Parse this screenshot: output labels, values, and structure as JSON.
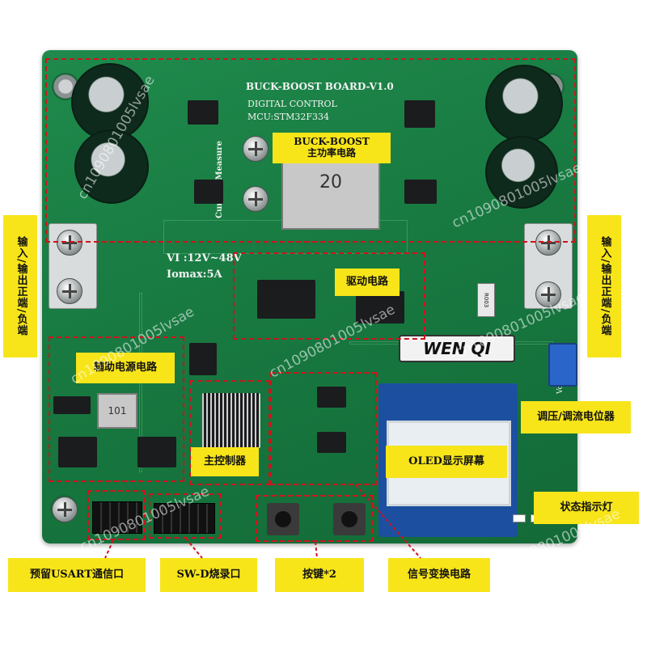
{
  "board_silkscreen": {
    "title": "BUCK-BOOST BOARD-V1.0",
    "subtitle": "DIGITAL CONTROL",
    "mcu": "MCU:STM32F334",
    "current_measure": "Current Measure",
    "inductor_marking": "20",
    "vin_spec": "VI :12V~48V",
    "iomax_spec": "Iomax:5A",
    "brand": "WEN QI",
    "vout_adj": "Vout Adj",
    "ic_marking": "101",
    "r_marking": "R003"
  },
  "labels": {
    "main_power": "BUCK-BOOST\n主功率电路",
    "io_left": "输入/输出正端/负端",
    "io_right": "输入/输出正端/负端",
    "driver": "驱动电路",
    "aux_power": "辅助电源电路",
    "mcu": "主控制器",
    "oled": "OLED显示屏幕",
    "pot": "调压/调流电位器",
    "status_led": "状态指示灯",
    "usart": "预留USART通信口",
    "swd": "SW-D烧录口",
    "keys": "按键*2",
    "signal": "信号变换电路"
  },
  "watermarks": [
    "cn1090801005lvsae",
    "cn1090801005lvsae",
    "cn1090801005lvsae",
    "cn1090801005lvsae",
    "cn1090801005lvsae",
    "cn1090801005lvsae",
    "cn1090801005lvsae"
  ],
  "colors": {
    "label_bg": "#f7e51a",
    "region_border": "#d0121c",
    "pcb": "#187a41"
  }
}
